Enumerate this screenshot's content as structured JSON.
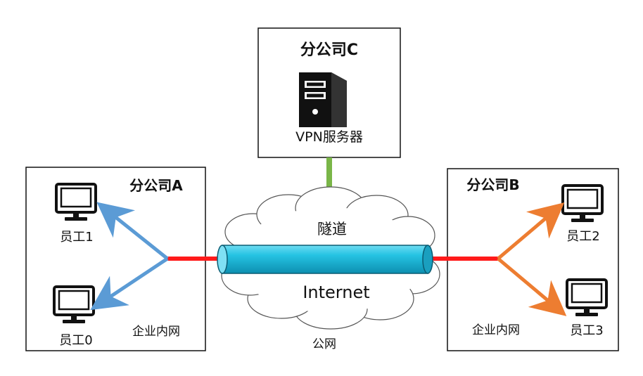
{
  "branch_c": {
    "title": "分公司C",
    "server_label": "VPN服务器",
    "server_icon": "server-tower-icon"
  },
  "branch_a": {
    "title": "分公司A",
    "lan_label": "企业内网",
    "employees": [
      {
        "label": "员工1",
        "icon": "monitor-icon"
      },
      {
        "label": "员工0",
        "icon": "monitor-icon"
      }
    ]
  },
  "branch_b": {
    "title": "分公司B",
    "lan_label": "企业内网",
    "employees": [
      {
        "label": "员工2",
        "icon": "monitor-icon"
      },
      {
        "label": "员工3",
        "icon": "monitor-icon"
      }
    ]
  },
  "internet": {
    "tunnel_label": "隧道",
    "cloud_label": "Internet",
    "public_label": "公网"
  },
  "colors": {
    "tunnel": "#1fb8d8",
    "link_red": "#ff1a1a",
    "link_green": "#7ab648",
    "arrow_blue": "#5b9bd5",
    "arrow_orange": "#ed7d31"
  }
}
